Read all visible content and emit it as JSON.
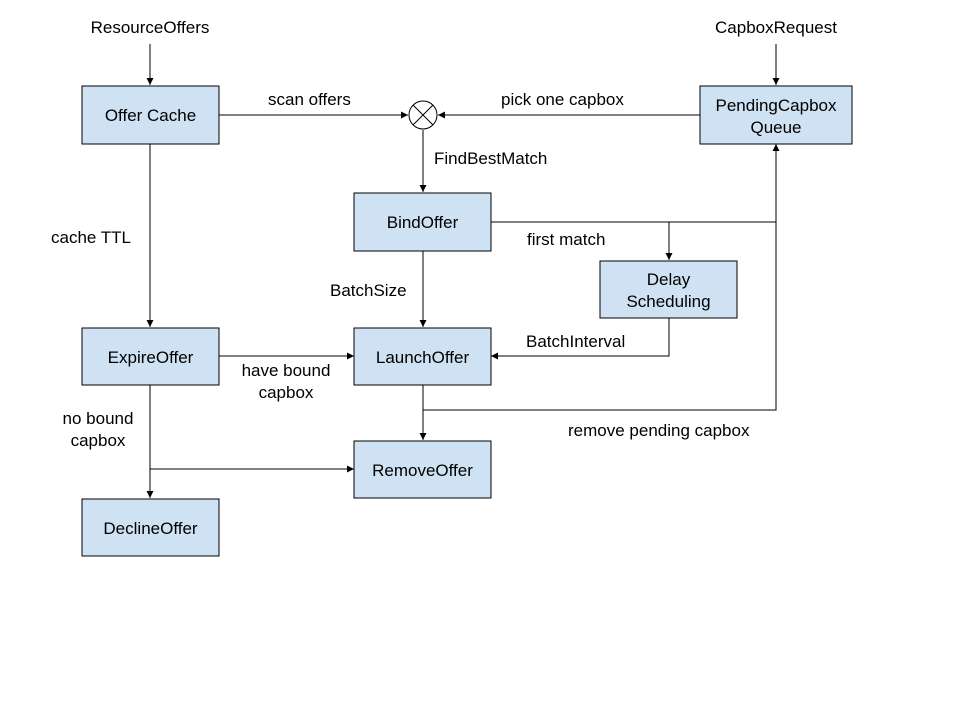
{
  "colors": {
    "box_fill": "#cfe2f3",
    "stroke": "#000000",
    "background": "#ffffff"
  },
  "nodes": {
    "offer_cache": "Offer Cache",
    "pending_queue_line1": "PendingCapbox",
    "pending_queue_line2": "Queue",
    "bind_offer": "BindOffer",
    "delay_line1": "Delay",
    "delay_line2": "Scheduling",
    "expire_offer": "ExpireOffer",
    "launch_offer": "LaunchOffer",
    "remove_offer": "RemoveOffer",
    "decline_offer": "DeclineOffer",
    "merge_symbol": "circle-x-icon"
  },
  "inputs": {
    "resource_offers": "ResourceOffers",
    "capbox_request": "CapboxRequest"
  },
  "labels": {
    "scan_offers": "scan offers",
    "pick_one_capbox": "pick one capbox",
    "find_best_match": "FindBestMatch",
    "cache_ttl": "cache TTL",
    "first_match": "first match",
    "batch_size": "BatchSize",
    "batch_interval": "BatchInterval",
    "have_bound_line1": "have bound",
    "have_bound_line2": "capbox",
    "no_bound_line1": "no bound",
    "no_bound_line2": "capbox",
    "remove_pending_capbox": "remove pending capbox"
  }
}
